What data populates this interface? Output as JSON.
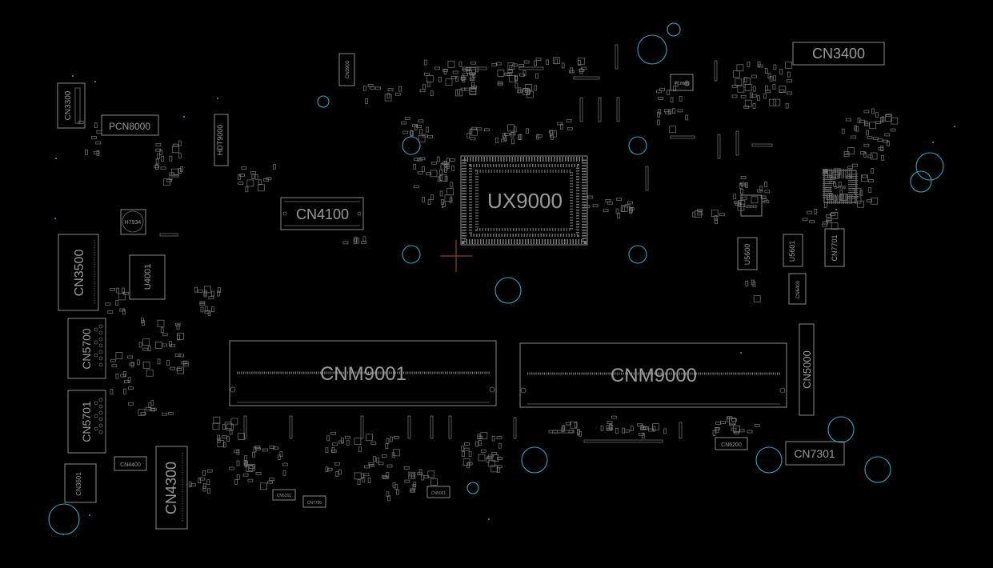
{
  "colors": {
    "background": "#000000",
    "outline": "#8a8a8a",
    "hole": "#2aa8c4",
    "cursor": "#b04a3a"
  },
  "components": {
    "cn3400": "CN3400",
    "cn3900": "CN3900",
    "cn3300": "CN3300",
    "pcn8000": "PCN8000",
    "hdt9000": "HDT9000",
    "cn4100": "CN4100",
    "ux9000": "UX9000",
    "h7934": "H7934",
    "cn3500": "CN3500",
    "u4001": "U4001",
    "cn5700": "CN5700",
    "cn5701": "CN5701",
    "cn4400": "CN4400",
    "cn3601": "CN3601",
    "cn4300": "CN4300",
    "cnm9001": "CNM9001",
    "cnm9000": "CNM9000",
    "cn5000": "CN5000",
    "u5600": "U5600",
    "u5601": "U5601",
    "cn7701": "CN7701",
    "cn6400": "CN6400",
    "cn6200": "CN6200",
    "cn7301": "CN7301",
    "cn5201": "CN5201",
    "cn7700": "CN7700",
    "cn5001": "CN5001",
    "pc8600": "PC8600",
    "u4700": "U4700",
    "u5800": "U5800"
  }
}
